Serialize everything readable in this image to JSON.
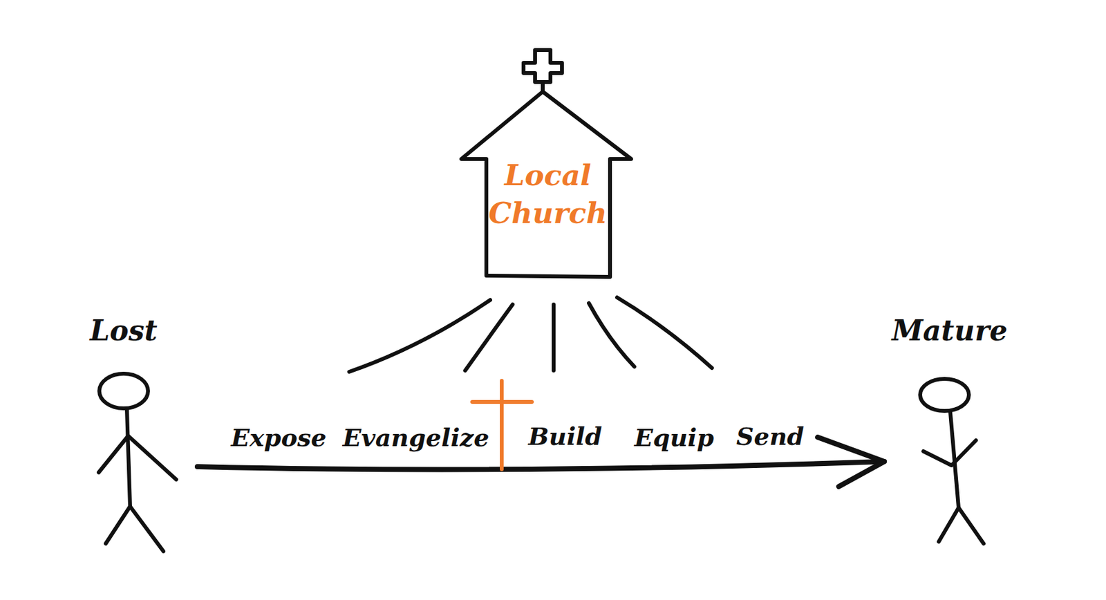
{
  "diagram": {
    "nodes": [
      {
        "text": [
          "Local Church"
        ]
      }
    ],
    "labels": [
      "Lost",
      "Expose",
      "Evangelize",
      "Build",
      "Equip",
      "Send",
      "Mature"
    ]
  }
}
